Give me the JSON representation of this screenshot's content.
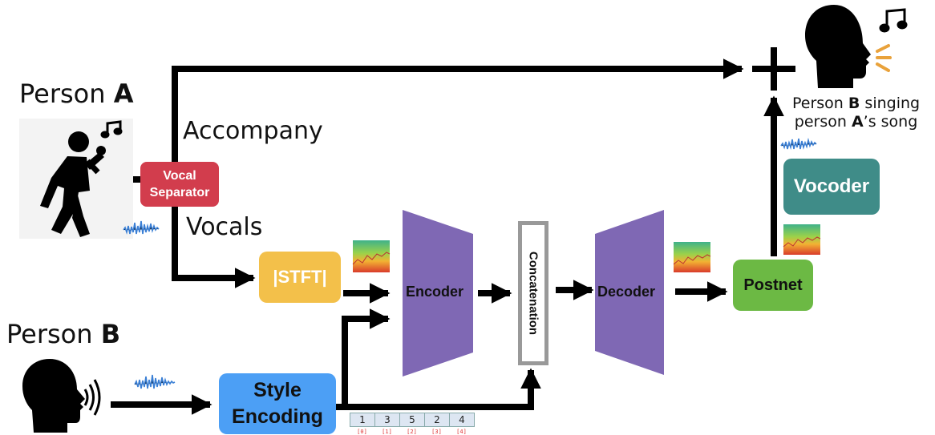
{
  "person_a": {
    "prefix": "Person ",
    "letter": "A"
  },
  "person_b": {
    "prefix": "Person ",
    "letter": "B"
  },
  "accompany_label": "Accompany",
  "vocals_label": "Vocals",
  "plus_symbol": "+",
  "result": {
    "line1_prefix": "Person ",
    "line1_letter": "B",
    "line1_suffix": " singing",
    "line2_prefix": "person ",
    "line2_letter": "A",
    "line2_suffix": "’s song"
  },
  "blocks": {
    "vocal_separator_line1": "Vocal",
    "vocal_separator_line2": "Separator",
    "stft": "|STFT|",
    "encoder": "Encoder",
    "concatenation": "Concatenation",
    "decoder": "Decoder",
    "postnet": "Postnet",
    "vocoder": "Vocoder",
    "style_line1": "Style",
    "style_line2": "Encoding"
  },
  "style_vector": {
    "values": [
      "1",
      "3",
      "5",
      "2",
      "4"
    ],
    "indices": [
      "[0]",
      "[1]",
      "[2]",
      "[3]",
      "[4]"
    ]
  },
  "colors": {
    "vocal_separator": "#d23d4d",
    "stft": "#f3c04a",
    "encoder": "#7f68b4",
    "decoder": "#7f68b4",
    "postnet": "#6cb944",
    "vocoder": "#3f8c88",
    "style_encoding": "#4c9ff5",
    "concat_border": "#999999",
    "waveform": "#3a7fd5",
    "music_note_right": "#e9a23b"
  },
  "icons": [
    "singer-icon",
    "music-note-icon",
    "speaking-head-icon",
    "sound-waves-icon",
    "waveform-icon",
    "spectrogram-icon"
  ]
}
